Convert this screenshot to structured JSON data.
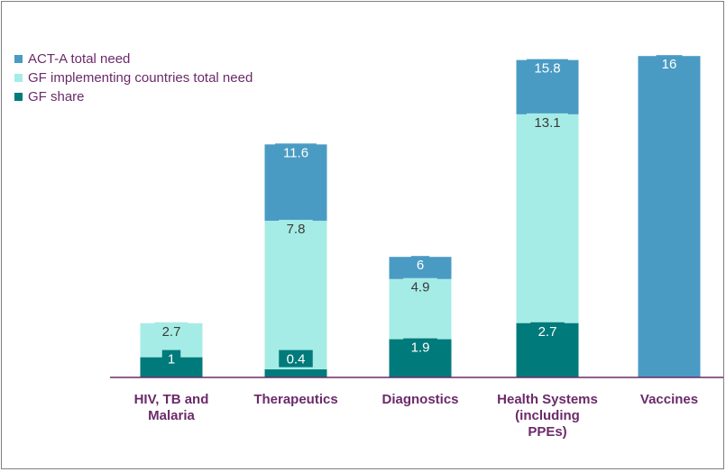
{
  "chart_data": {
    "type": "bar",
    "stacked": "overlapping",
    "categories": [
      "HIV, TB and Malaria",
      "Therapeutics",
      "Diagnostics",
      "Health Systems (including PPEs)",
      "Vaccines"
    ],
    "category_lines": [
      [
        "HIV, TB and",
        "Malaria"
      ],
      [
        "Therapeutics"
      ],
      [
        "Diagnostics"
      ],
      [
        "Health Systems",
        "(including",
        "PPEs)"
      ],
      [
        "Vaccines"
      ]
    ],
    "series": [
      {
        "name": "ACT-A total need",
        "color": "#4a9bc4",
        "values": [
          null,
          11.6,
          6,
          15.8,
          16
        ],
        "labels": [
          "",
          "11.6",
          "6",
          "15.8",
          "16"
        ]
      },
      {
        "name": "GF implementing countries total need",
        "color": "#a6ece6",
        "values": [
          2.7,
          7.8,
          4.9,
          13.1,
          null
        ],
        "labels": [
          "2.7",
          "7.8",
          "4.9",
          "13.1",
          ""
        ]
      },
      {
        "name": "GF share",
        "color": "#007a7a",
        "values": [
          1,
          0.4,
          1.9,
          2.7,
          null
        ],
        "labels": [
          "1",
          "0.4",
          "1.9",
          "2.7",
          ""
        ]
      }
    ],
    "ylim": [
      0,
      16.5
    ],
    "grid": false,
    "legend_position": "top-left"
  }
}
